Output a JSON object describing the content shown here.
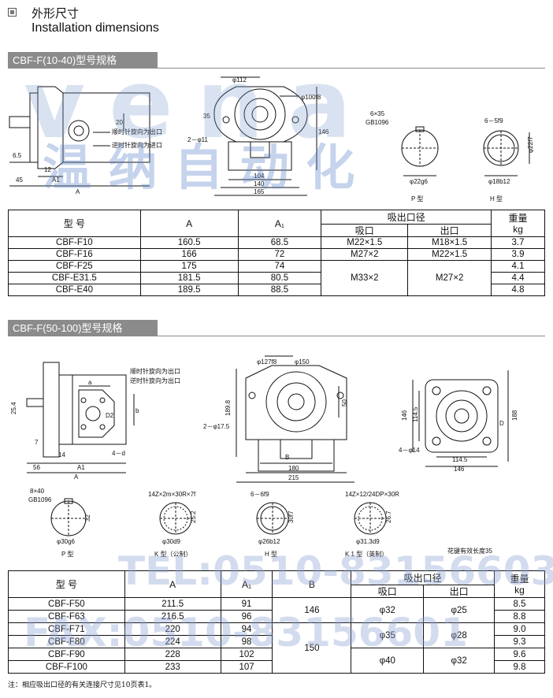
{
  "header": {
    "title_cn": "外形尺寸",
    "title_en": "Installation dimensions"
  },
  "section1": {
    "band": "CBF-F(10-40)型号规格",
    "drawing_labels": {
      "d112": "φ112",
      "d100f8": "φ100f8",
      "h35": "35",
      "h146": "146",
      "holes": "2－φ11",
      "w104": "104",
      "w140": "140",
      "w165": "165",
      "h20": "20",
      "l65": "6.5",
      "l12": "12",
      "l45": "45",
      "a1": "A1",
      "a": "A",
      "cw": "顺时针旋向为出口",
      "ccw": "逆时针旋向为进口",
      "key1": "6×35",
      "key2": "GB1096",
      "d22g6": "φ22g6",
      "ptype": "P 型",
      "spline": "6－5f9",
      "d227": "φ22f7",
      "d18b12": "φ18b12",
      "htype": "H 型"
    },
    "table": {
      "h_model": "型 号",
      "h_a": "A",
      "h_a1": "A₁",
      "h_port": "吸出口径",
      "h_in": "吸口",
      "h_out": "出口",
      "h_weight": "重量",
      "h_kg": "kg",
      "rows": [
        {
          "model": "CBF-F10",
          "a": "160.5",
          "a1": "68.5",
          "in": "M22×1.5",
          "out": "M18×1.5",
          "w": "3.7"
        },
        {
          "model": "CBF-F16",
          "a": "166",
          "a1": "72",
          "in": "M27×2",
          "out": "M22×1.5",
          "w": "3.9"
        },
        {
          "model": "CBF-F25",
          "a": "175",
          "a1": "74",
          "w": "4.1"
        },
        {
          "model": "CBF-E31.5",
          "a": "181.5",
          "a1": "80.5",
          "w": "4.4"
        },
        {
          "model": "CBF-E40",
          "a": "189.5",
          "a1": "88.5",
          "w": "4.8"
        }
      ],
      "merged_in": "M33×2",
      "merged_out": "M27×2"
    }
  },
  "section2": {
    "band": "CBF-F(50-100)型号规格",
    "drawing_labels": {
      "a": "a",
      "b": "b",
      "d2": "D2",
      "h254": "25.4",
      "l7": "7",
      "l14": "14",
      "l56": "56",
      "a1": "A1",
      "aa": "A",
      "fourd": "4－d",
      "cw": "顺时针旋向为出口",
      "ccw": "逆时针旋向为出口",
      "d127": "φ127f8",
      "d150": "φ150",
      "h1898": "189.8",
      "h50": "50",
      "holes": "2－φ17.5",
      "bb": "B",
      "w180": "180",
      "w215": "215",
      "h146": "146",
      "h1145": "114.5",
      "h188": "188",
      "dd": "D",
      "fourd14": "4－φ14",
      "w1145": "114.5",
      "w146": "146",
      "key1": "8×40",
      "key2": "GB1096",
      "h32": "32",
      "d30g6": "φ30g6",
      "ptype": "P 型",
      "sp1": "14Z×2m×30R×7f",
      "h252": "25.2",
      "d30d9": "φ30d9",
      "ktype": "K 型（公制）",
      "sp2": "6－6f9",
      "h307": "30f7",
      "d26b12": "φ26b12",
      "htype": "H 型",
      "sp3": "14Z×12/24DP×30R",
      "h267": "26.7",
      "d313": "φ31.3d9",
      "k1type": "K 1 型（英制）",
      "keylen": "花键有效长度35"
    },
    "table": {
      "h_model": "型 号",
      "h_a": "A",
      "h_a1": "A₁",
      "h_b": "B",
      "h_port": "吸出口径",
      "h_in": "吸口",
      "h_out": "出口",
      "h_weight": "重量",
      "h_kg": "kg",
      "rows": [
        {
          "model": "CBF-F50",
          "a": "211.5",
          "a1": "91",
          "w": "8.5"
        },
        {
          "model": "CBF-F63",
          "a": "216.5",
          "a1": "96",
          "w": "8.8"
        },
        {
          "model": "CBF-F71",
          "a": "220",
          "a1": "94",
          "w": "9.0"
        },
        {
          "model": "CBF-F80",
          "a": "224",
          "a1": "98",
          "w": "9.3"
        },
        {
          "model": "CBF-F90",
          "a": "228",
          "a1": "102",
          "w": "9.6"
        },
        {
          "model": "CBF-F100",
          "a": "233",
          "a1": "107",
          "w": "9.8"
        }
      ],
      "b_146": "146",
      "b_150": "150",
      "in_32": "φ32",
      "out_25": "φ25",
      "in_35": "φ35",
      "out_28": "φ28",
      "in_40": "φ40",
      "out_32": "φ32"
    },
    "note": "注：相应吸出口径的有关连接尺寸见10页表1。"
  },
  "watermark": {
    "logo": "vena",
    "cn": "温 纳 自 动 化",
    "tel": "TEL:0510-83156603",
    "fax": "FAX:0510-83156601"
  },
  "colors": {
    "band": "#8b8b8b",
    "watermark": "#7896c8"
  }
}
